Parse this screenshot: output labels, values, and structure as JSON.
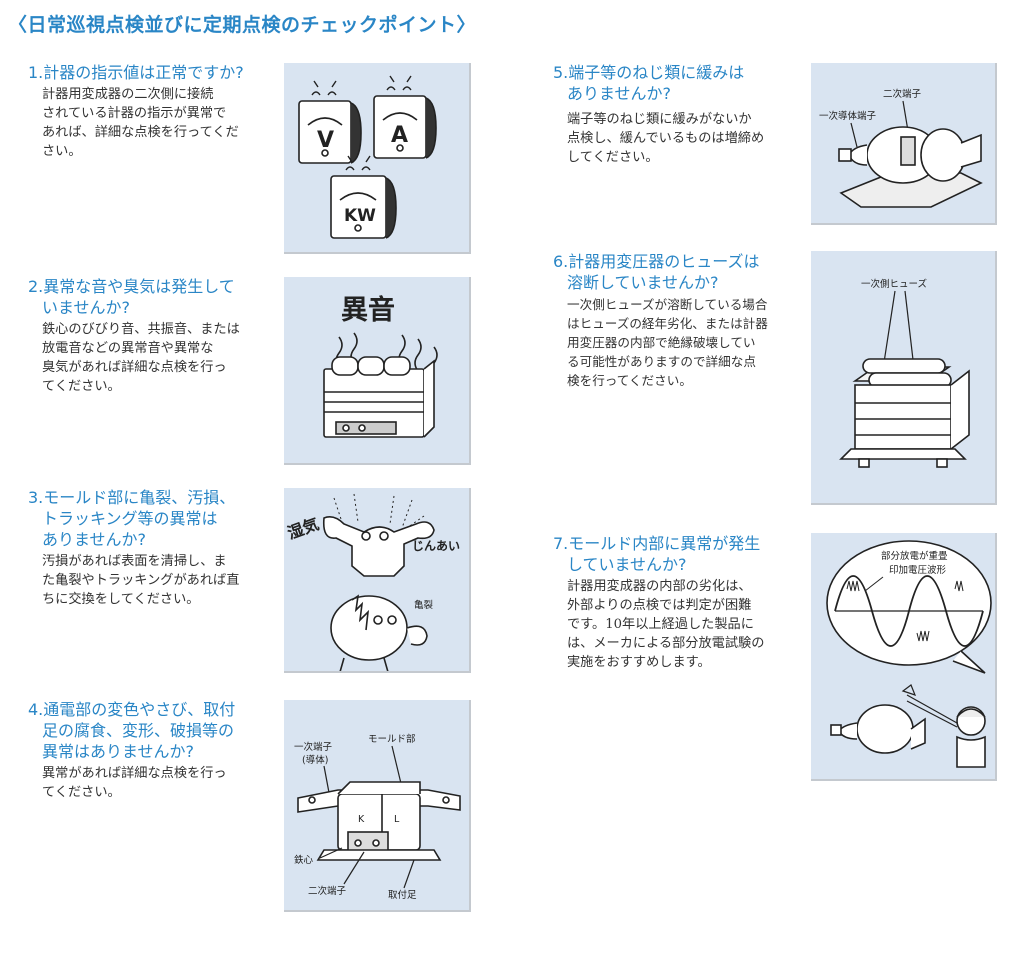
{
  "title": "〈日常巡視点検並びに定期点検のチェックポイント〉",
  "items": [
    {
      "heading": [
        "1.計器の指示値は正常ですか?"
      ],
      "body": [
        "計器用変成器の二次側に接続",
        "されている計器の指示が異常で",
        "あれば、詳細な点検を行ってくだ",
        "さい。"
      ]
    },
    {
      "heading": [
        "2.異常な音や臭気は発生して",
        "いませんか?"
      ],
      "body": [
        "鉄心のびびり音、共振音、または",
        "放電音などの異常音や異常な",
        "臭気があれば詳細な点検を行っ",
        "てください。"
      ]
    },
    {
      "heading": [
        "3.モールド部に亀裂、汚損、",
        "トラッキング等の異常は",
        "ありませんか?"
      ],
      "body": [
        "汚損があれば表面を清掃し、ま",
        "た亀裂やトラッキングがあれば直",
        "ちに交換をしてください。"
      ]
    },
    {
      "heading": [
        "4.通電部の変色やさび、取付",
        "足の腐食、変形、破損等の",
        "異常はありませんか?"
      ],
      "body": [
        "異常があれば詳細な点検を行っ",
        "てください。"
      ]
    },
    {
      "heading": [
        "5.端子等のねじ類に緩みは",
        "ありませんか?"
      ],
      "body": [
        "端子等のねじ類に緩みがないか",
        "点検し、緩んでいるものは増締め",
        "してください。"
      ]
    },
    {
      "heading": [
        "6.計器用変圧器のヒューズは",
        "溶断していませんか?"
      ],
      "body": [
        "一次側ヒューズが溶断している場合",
        "はヒューズの経年劣化、または計器",
        "用変圧器の内部で絶縁破壊してい",
        "る可能性がありますので詳細な点",
        "検を行ってください。"
      ]
    },
    {
      "heading": [
        "7.モールド内部に異常が発生",
        "していませんか?"
      ],
      "body": [
        "計器用変成器の内部の劣化は、",
        "外部よりの点検では判定が困難",
        "です。10年以上経過した製品に",
        "は、メーカによる部分放電試験の",
        "実施をおすすめします。"
      ]
    }
  ],
  "illustrations": {
    "meters": {
      "v": "V",
      "a": "A",
      "kw": "KW"
    },
    "noise": {
      "word": "異音"
    },
    "mold": {
      "humidity": "湿気",
      "dust": "じんあい",
      "crack": "亀裂"
    },
    "ct": {
      "primary": "一次端子",
      "primary_sub": "(導体)",
      "mold": "モールド部",
      "k": "K",
      "l": "L",
      "core": "鉄心",
      "secondary": "二次端子",
      "foot": "取付足"
    },
    "terminal": {
      "secondary": "二次端子",
      "primary": "一次導体端子"
    },
    "fuse": {
      "label": "一次側ヒューズ"
    },
    "pd": {
      "line1": "部分放電が重畳",
      "line2": "印加電圧波形"
    }
  },
  "colors": {
    "accent": "#2a86c6",
    "panel": "#d9e4f1"
  }
}
